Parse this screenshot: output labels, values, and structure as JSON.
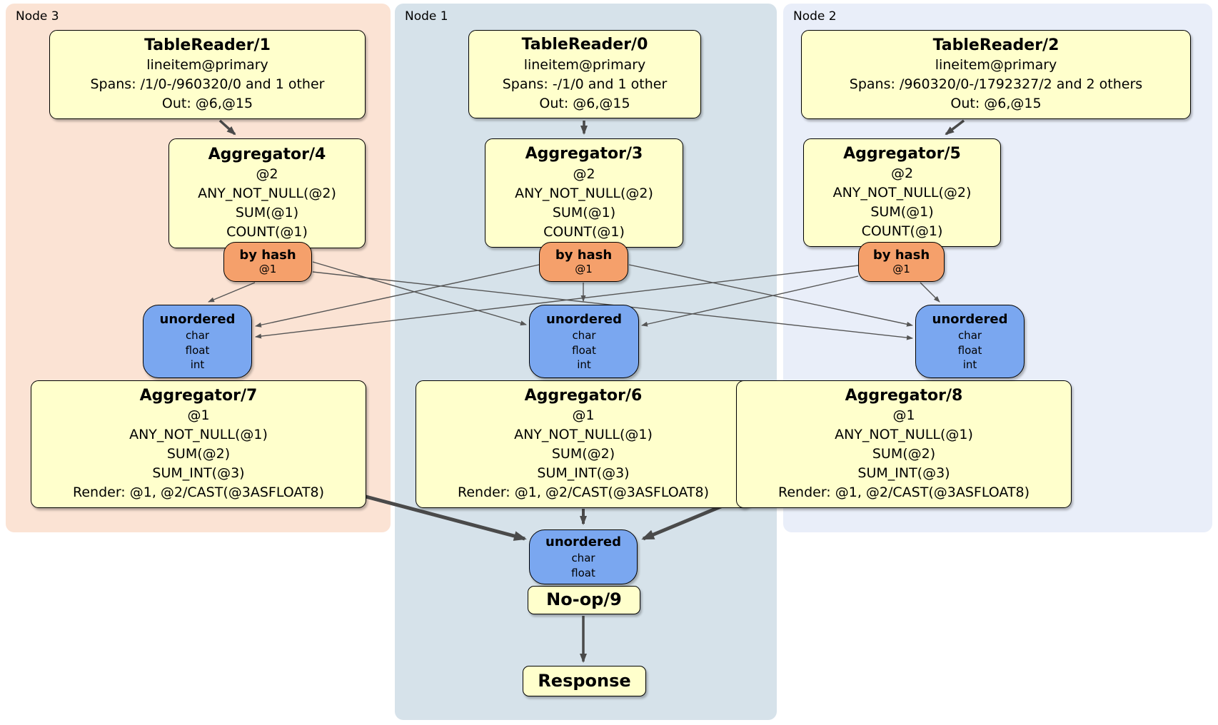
{
  "panels": {
    "node3": {
      "label": "Node 3",
      "table_reader": {
        "title": "TableReader/1",
        "index": "lineitem@primary",
        "spans": "Spans: /1/0-/960320/0 and 1 other",
        "out": "Out: @6,@15"
      },
      "aggregator_top": {
        "title": "Aggregator/4",
        "lines": [
          "@2",
          "ANY_NOT_NULL(@2)",
          "SUM(@1)",
          "COUNT(@1)"
        ]
      },
      "router": {
        "title": "by hash",
        "key": "@1"
      },
      "sync": {
        "title": "unordered",
        "types": [
          "char",
          "float",
          "int"
        ]
      },
      "aggregator_bottom": {
        "title": "Aggregator/7",
        "lines": [
          "@1",
          "ANY_NOT_NULL(@1)",
          "SUM(@2)",
          "SUM_INT(@3)",
          "Render: @1, @2/CAST(@3ASFLOAT8)"
        ]
      }
    },
    "node1": {
      "label": "Node 1",
      "table_reader": {
        "title": "TableReader/0",
        "index": "lineitem@primary",
        "spans": "Spans: -/1/0 and 1 other",
        "out": "Out: @6,@15"
      },
      "aggregator_top": {
        "title": "Aggregator/3",
        "lines": [
          "@2",
          "ANY_NOT_NULL(@2)",
          "SUM(@1)",
          "COUNT(@1)"
        ]
      },
      "router": {
        "title": "by hash",
        "key": "@1"
      },
      "sync": {
        "title": "unordered",
        "types": [
          "char",
          "float",
          "int"
        ]
      },
      "aggregator_bottom": {
        "title": "Aggregator/6",
        "lines": [
          "@1",
          "ANY_NOT_NULL(@1)",
          "SUM(@2)",
          "SUM_INT(@3)",
          "Render: @1, @2/CAST(@3ASFLOAT8)"
        ]
      },
      "final_sync": {
        "title": "unordered",
        "types": [
          "char",
          "float"
        ]
      },
      "noop": {
        "title": "No-op/9"
      },
      "response": {
        "title": "Response"
      }
    },
    "node2": {
      "label": "Node 2",
      "table_reader": {
        "title": "TableReader/2",
        "index": "lineitem@primary",
        "spans": "Spans: /960320/0-/1792327/2 and 2 others",
        "out": "Out: @6,@15"
      },
      "aggregator_top": {
        "title": "Aggregator/5",
        "lines": [
          "@2",
          "ANY_NOT_NULL(@2)",
          "SUM(@1)",
          "COUNT(@1)"
        ]
      },
      "router": {
        "title": "by hash",
        "key": "@1"
      },
      "sync": {
        "title": "unordered",
        "types": [
          "char",
          "float",
          "int"
        ]
      },
      "aggregator_bottom": {
        "title": "Aggregator/8",
        "lines": [
          "@1",
          "ANY_NOT_NULL(@1)",
          "SUM(@2)",
          "SUM_INT(@3)",
          "Render: @1, @2/CAST(@3ASFLOAT8)"
        ]
      }
    }
  },
  "colors": {
    "panel_node3": "#fbe3d4",
    "panel_node1": "#d6e2ea",
    "panel_node2": "#e9eef9",
    "operator_box": "#ffffcc",
    "router_box": "#f5a06b",
    "sync_box": "#7aa7f0",
    "edge": "#4a4a4a"
  }
}
